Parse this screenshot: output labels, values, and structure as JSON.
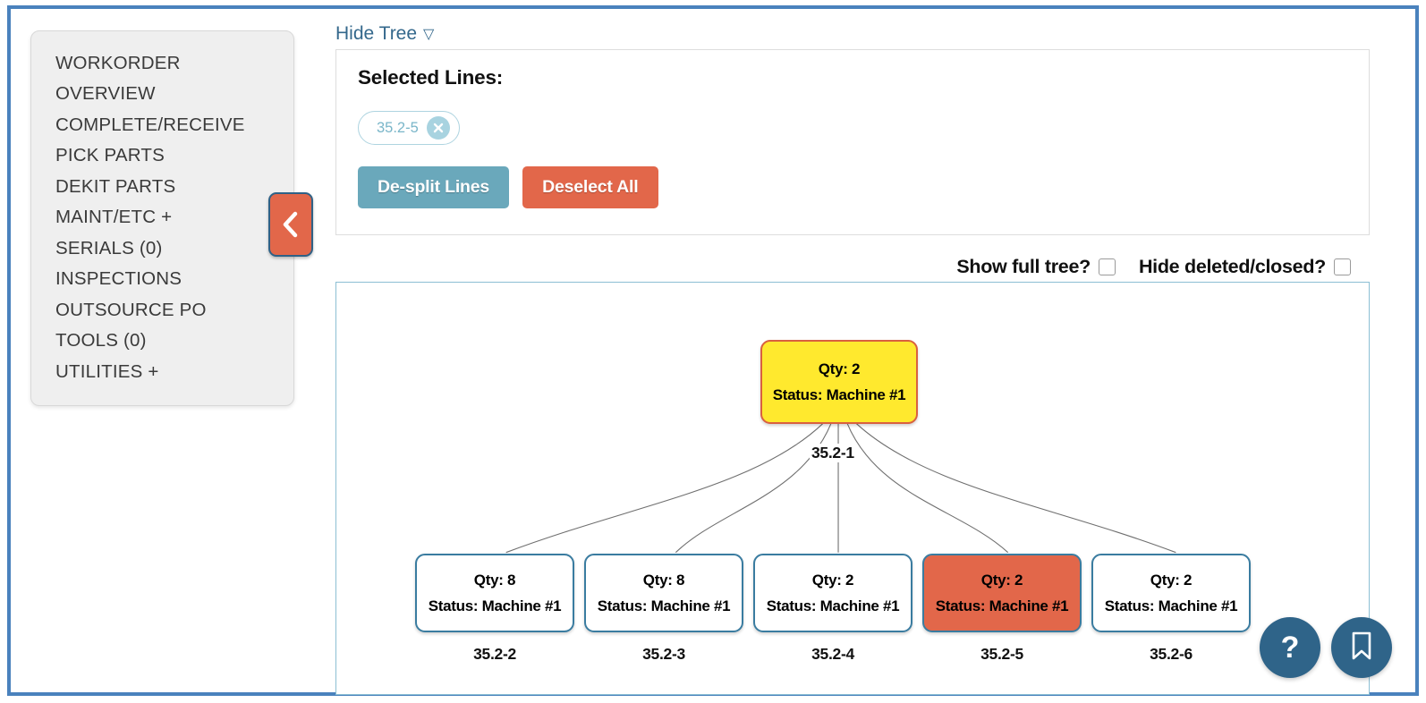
{
  "sidebar": {
    "items": [
      {
        "label": "WORKORDER"
      },
      {
        "label": "OVERVIEW"
      },
      {
        "label": "COMPLETE/RECEIVE"
      },
      {
        "label": "PICK PARTS"
      },
      {
        "label": "DEKIT PARTS"
      },
      {
        "label": "MAINT/ETC +"
      },
      {
        "label": "SERIALS (0)"
      },
      {
        "label": "INSPECTIONS"
      },
      {
        "label": "OUTSOURCE PO"
      },
      {
        "label": "TOOLS (0)"
      },
      {
        "label": "UTILITIES +"
      }
    ]
  },
  "collapse_handle": {
    "icon": "chevron-left-icon",
    "color": "#e2674a"
  },
  "hide_tree": {
    "label": "Hide Tree",
    "caret": "▽",
    "color": "#34688c"
  },
  "selected_panel": {
    "title": "Selected Lines:",
    "chips": [
      {
        "label": "35.2-5",
        "remove_icon": "close-circle-icon"
      }
    ],
    "buttons": [
      {
        "label": "De-split Lines",
        "color": "#6aa8bb"
      },
      {
        "label": "Deselect All",
        "color": "#e2674a"
      }
    ]
  },
  "options": [
    {
      "label": "Show full tree?",
      "checked": false
    },
    {
      "label": "Hide deleted/closed?",
      "checked": false
    }
  ],
  "tree": {
    "root": {
      "caption": "35.2-1",
      "qty": "Qty: 2",
      "status": "Status: Machine #1",
      "fill": "#ffe92e",
      "border": "#d9603f"
    },
    "children": [
      {
        "caption": "35.2-2",
        "qty": "Qty: 8",
        "status": "Status: Machine #1",
        "fill": "#ffffff",
        "selected": false
      },
      {
        "caption": "35.2-3",
        "qty": "Qty: 8",
        "status": "Status: Machine #1",
        "fill": "#ffffff",
        "selected": false
      },
      {
        "caption": "35.2-4",
        "qty": "Qty: 2",
        "status": "Status: Machine #1",
        "fill": "#ffffff",
        "selected": false
      },
      {
        "caption": "35.2-5",
        "qty": "Qty: 2",
        "status": "Status: Machine #1",
        "fill": "#e2674a",
        "selected": true
      },
      {
        "caption": "35.2-6",
        "qty": "Qty: 2",
        "status": "Status: Machine #1",
        "fill": "#ffffff",
        "selected": false
      }
    ]
  },
  "fabs": [
    {
      "name": "help",
      "glyph": "?"
    },
    {
      "name": "bookmark",
      "glyph": "bookmark-icon"
    }
  ]
}
